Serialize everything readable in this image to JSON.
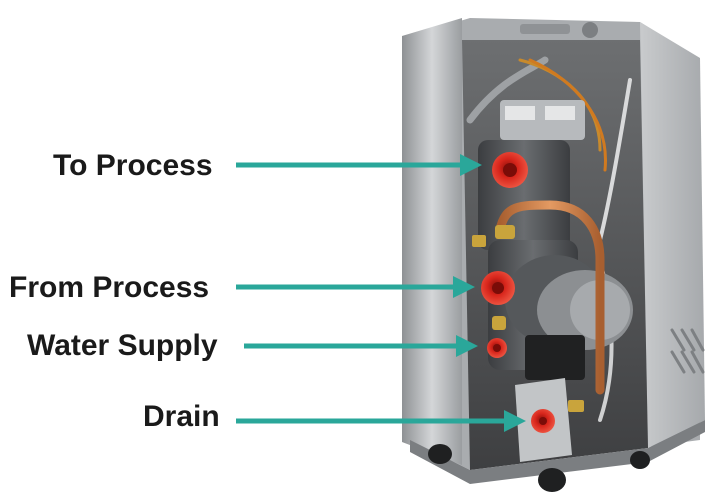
{
  "callouts": [
    {
      "id": "to-process",
      "label": "To Process"
    },
    {
      "id": "from-process",
      "label": "From Process"
    },
    {
      "id": "water-supply",
      "label": "Water Supply"
    },
    {
      "id": "drain",
      "label": "Drain"
    }
  ],
  "colors": {
    "arrow": "#2aa79a",
    "label_text": "#1a1a1a",
    "cabinet_steel": "#b9bcbf",
    "pump_body": "#4d4f52",
    "fitting_red": "#d8261c",
    "copper_pipe": "#c77a45",
    "brass": "#c9a43c"
  }
}
